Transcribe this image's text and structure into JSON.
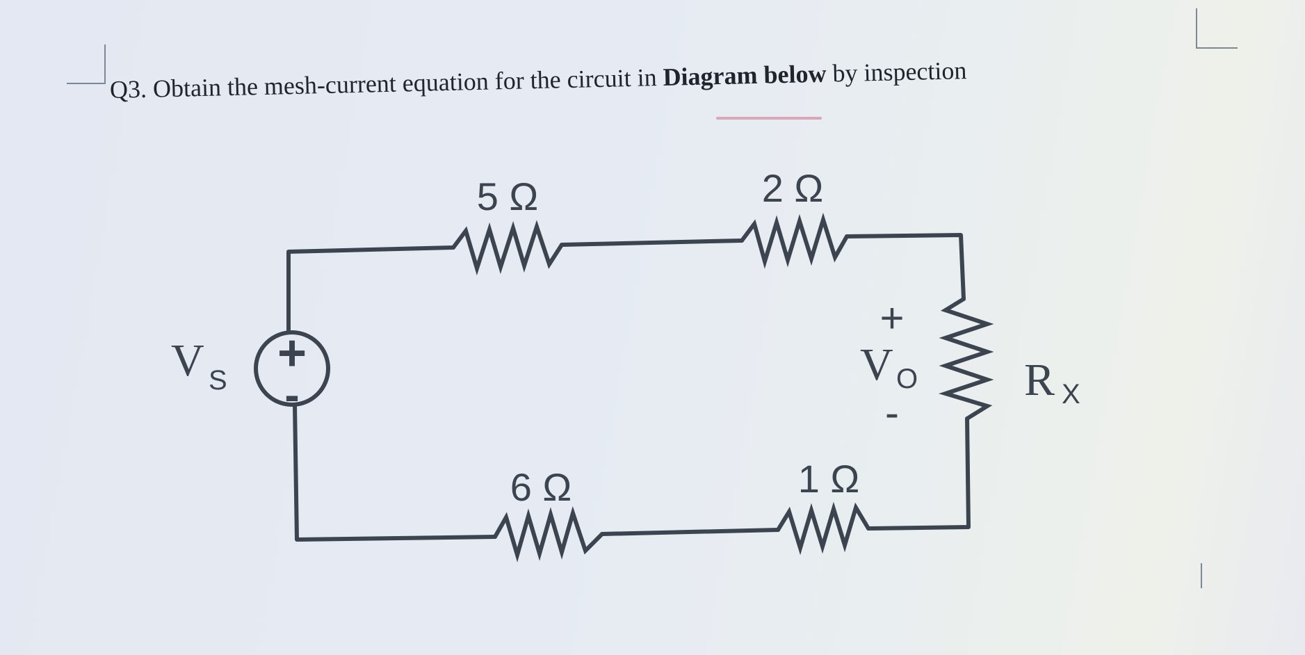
{
  "question": {
    "prefix": "Q3. Obtain the mesh-current equation for the circuit in ",
    "bold": "Diagram below",
    "suffix": " by inspection"
  },
  "circuit": {
    "source": {
      "label": "V",
      "subscript": "S",
      "plus": "+",
      "minus": "-"
    },
    "resistors": {
      "top_left": "5 Ω",
      "top_right": "2 Ω",
      "bottom_left": "6 Ω",
      "bottom_right": "1 Ω",
      "right": {
        "label": "R",
        "subscript": "X"
      }
    },
    "output": {
      "label": "V",
      "subscript": "O",
      "plus": "+",
      "minus": "-"
    }
  }
}
